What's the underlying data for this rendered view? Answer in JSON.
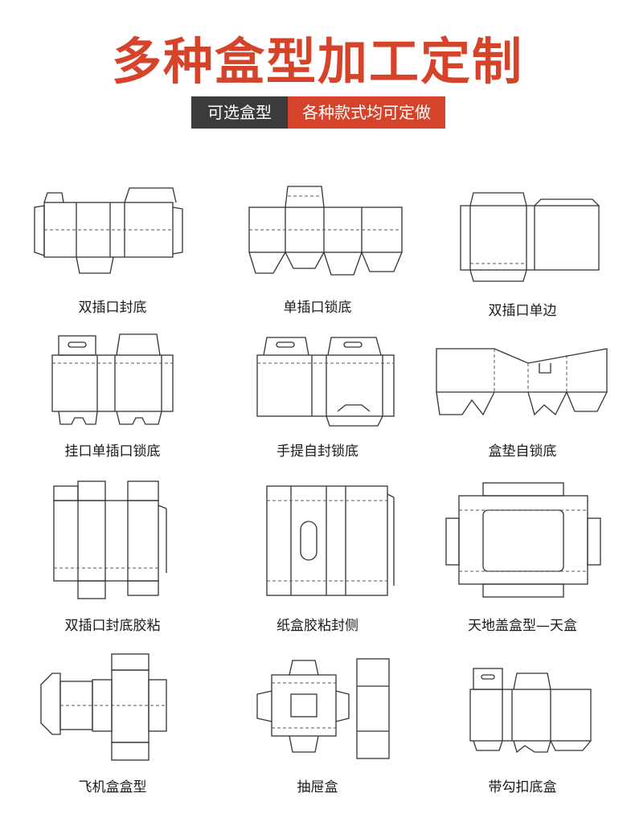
{
  "title": "多种盒型加工定制",
  "tags": {
    "left": "可选盒型",
    "right": "各种款式均可定做"
  },
  "colors": {
    "accent": "#d6432b",
    "dark": "#3b3b3b"
  },
  "boxes": [
    {
      "label": "双插口封底",
      "icon": "double-tuck-bottom-diagram"
    },
    {
      "label": "单插口锁底",
      "icon": "single-tuck-lock-bottom-diagram"
    },
    {
      "label": "双插口单边",
      "icon": "double-tuck-single-side-diagram"
    },
    {
      "label": "挂口单插口锁底",
      "icon": "hanger-single-tuck-lock-bottom-diagram"
    },
    {
      "label": "手提自封锁底",
      "icon": "handle-self-seal-lock-bottom-diagram"
    },
    {
      "label": "盒垫自锁底",
      "icon": "box-pad-self-lock-bottom-diagram"
    },
    {
      "label": "双插口封底胶粘",
      "icon": "double-tuck-glued-bottom-diagram"
    },
    {
      "label": "纸盒胶粘封侧",
      "icon": "glued-side-seal-box-diagram"
    },
    {
      "label": "天地盖盒型—天盒",
      "icon": "lid-base-box-lid-diagram"
    },
    {
      "label": "飞机盒盒型",
      "icon": "mailer-box-diagram"
    },
    {
      "label": "抽屉盒",
      "icon": "drawer-box-diagram"
    },
    {
      "label": "带勾扣底盒",
      "icon": "hook-buckle-bottom-box-diagram"
    }
  ]
}
